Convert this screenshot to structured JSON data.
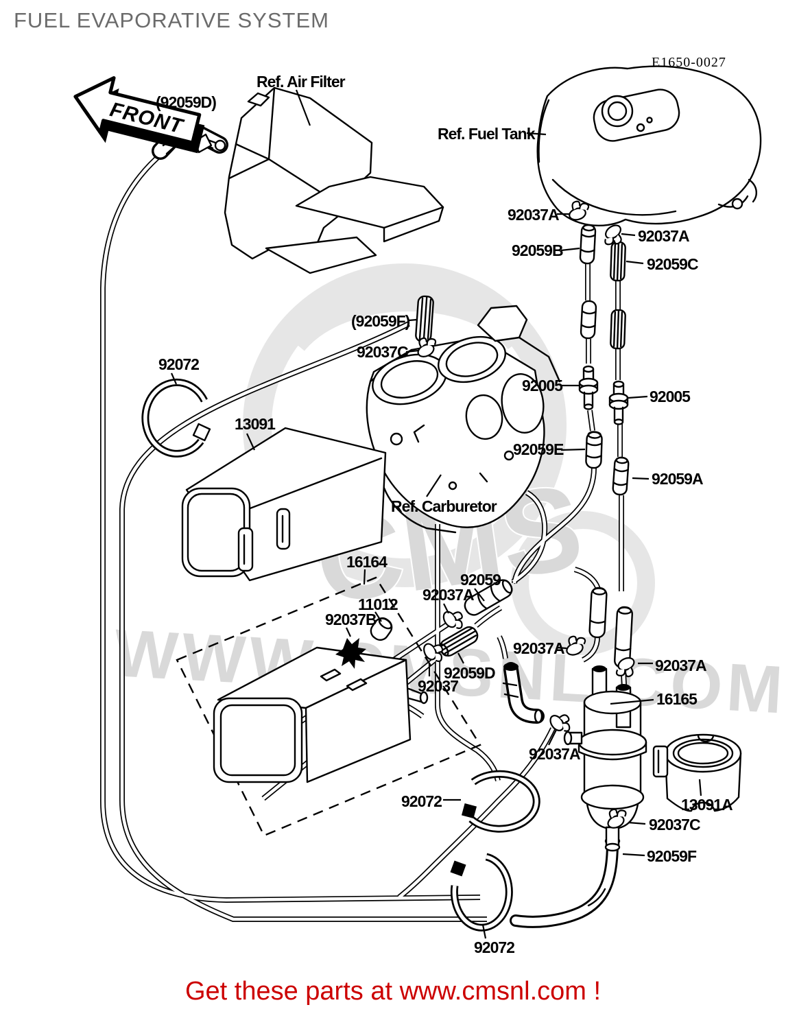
{
  "page": {
    "title": "FUEL EVAPORATIVE SYSTEM",
    "diagram_code": "E1650-0027",
    "front_marker": "FRONT",
    "footer_text": "Get these parts at www.cmsnl.com !",
    "watermark": {
      "logo_text": "CMS",
      "url_text": "WWW.CMSNL.COM"
    },
    "colors": {
      "background": "#ffffff",
      "line": "#000000",
      "title_gray": "#6b6b6b",
      "footer_red": "#cc0000",
      "watermark_gray": "#dddddd"
    }
  },
  "parts": {
    "labels": [
      {
        "id": "92059D-paren",
        "text": "(92059D)"
      },
      {
        "id": "ref-air-filter",
        "text": "Ref. Air Filter"
      },
      {
        "id": "ref-fuel-tank",
        "text": "Ref. Fuel Tank"
      },
      {
        "id": "92037A-1",
        "text": "92037A"
      },
      {
        "id": "92037A-2",
        "text": "92037A"
      },
      {
        "id": "92059B",
        "text": "92059B"
      },
      {
        "id": "92059C",
        "text": "92059C"
      },
      {
        "id": "92059F-paren",
        "text": "(92059F)"
      },
      {
        "id": "92037C-1",
        "text": "92037C"
      },
      {
        "id": "92005-1",
        "text": "92005"
      },
      {
        "id": "92005-2",
        "text": "92005"
      },
      {
        "id": "92072-1",
        "text": "92072"
      },
      {
        "id": "13091",
        "text": "13091"
      },
      {
        "id": "ref-carburetor",
        "text": "Ref. Carburetor"
      },
      {
        "id": "92059E",
        "text": "92059E"
      },
      {
        "id": "92059A",
        "text": "92059A"
      },
      {
        "id": "16164",
        "text": "16164"
      },
      {
        "id": "11012",
        "text": "11012"
      },
      {
        "id": "92037B",
        "text": "92037B"
      },
      {
        "id": "92037A-3",
        "text": "92037A"
      },
      {
        "id": "92059",
        "text": "92059"
      },
      {
        "id": "92037A-4",
        "text": "92037A"
      },
      {
        "id": "92037A-5",
        "text": "92037A"
      },
      {
        "id": "92059D",
        "text": "92059D"
      },
      {
        "id": "92037",
        "text": "92037"
      },
      {
        "id": "16165",
        "text": "16165"
      },
      {
        "id": "92037A-6",
        "text": "92037A"
      },
      {
        "id": "92072-2",
        "text": "92072"
      },
      {
        "id": "13091A",
        "text": "13091A"
      },
      {
        "id": "92037C-2",
        "text": "92037C"
      },
      {
        "id": "92059F",
        "text": "92059F"
      },
      {
        "id": "92072-3",
        "text": "92072"
      }
    ]
  }
}
